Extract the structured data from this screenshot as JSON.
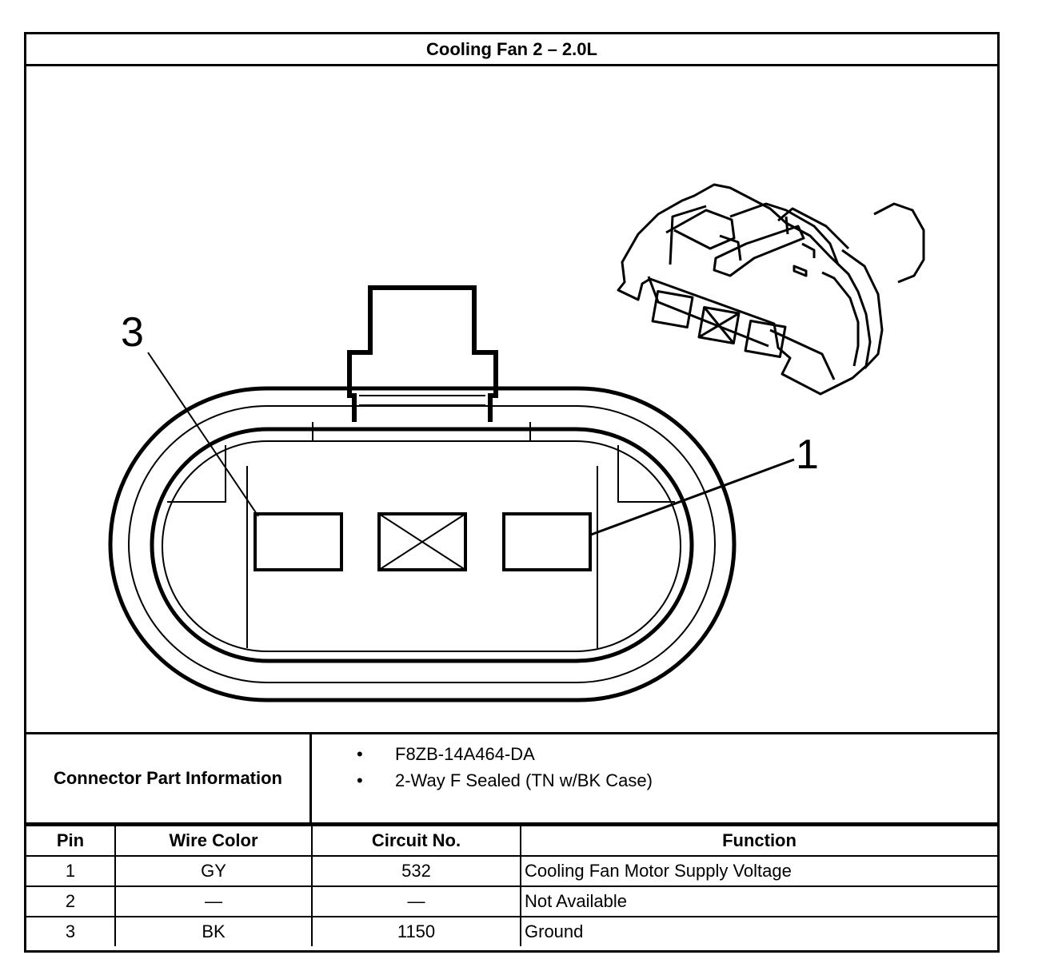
{
  "title": "Cooling Fan 2 – 2.0L",
  "diagram": {
    "pin_labels": [
      "3",
      "1"
    ]
  },
  "connector_info": {
    "label": "Connector Part Information",
    "items": [
      "F8ZB-14A464-DA",
      "2-Way F Sealed (TN w/BK Case)"
    ],
    "bullet": "•"
  },
  "pin_table": {
    "headers": [
      "Pin",
      "Wire Color",
      "Circuit No.",
      "Function"
    ],
    "rows": [
      [
        "1",
        "GY",
        "532",
        "Cooling Fan Motor Supply Voltage"
      ],
      [
        "2",
        "—",
        "—",
        "Not Available"
      ],
      [
        "3",
        "BK",
        "1150",
        "Ground"
      ]
    ]
  }
}
